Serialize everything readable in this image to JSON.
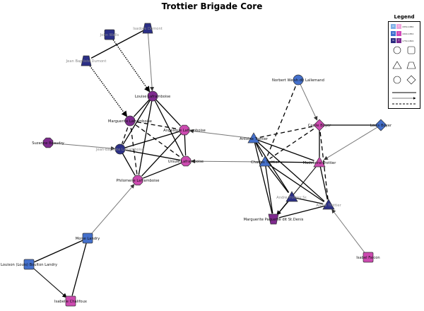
{
  "title": "Trottier Brigade Core",
  "legend": {
    "title": "Legend",
    "rows": [
      {
        "label": "1850-1880",
        "colors": [
          "#7fb0e6",
          "#f0a6dc"
        ],
        "marks": [
          "M",
          "F"
        ]
      },
      {
        "label": "1800-1850",
        "colors": [
          "#3f6fcf",
          "#d048b8"
        ],
        "marks": [
          "M",
          "F"
        ]
      },
      {
        "label": "1750-1800",
        "colors": [
          "#2b2b80",
          "#7a2a90"
        ],
        "marks": [
          "M",
          "F"
        ]
      }
    ]
  },
  "colors": {
    "navy": "#2b2f86",
    "blue": "#4470cc",
    "purple": "#7e2a8e",
    "pink": "#cc4ab0"
  },
  "nodes": [
    {
      "id": "isadore",
      "label": "Isadore Dumont",
      "shape": "trapezoid",
      "color": "navy",
      "gray": true
    },
    {
      "id": "wells",
      "label": "John Wells",
      "shape": "square",
      "color": "navy",
      "gray": true
    },
    {
      "id": "jbdumont",
      "label": "Jean Baptiste Dumont",
      "shape": "trapezoid",
      "color": "navy",
      "gray": true
    },
    {
      "id": "louise",
      "label": "Louise Laframboise",
      "shape": "circle",
      "color": "purple"
    },
    {
      "id": "marglaf",
      "label": "Marguerite Laframboise",
      "shape": "circle",
      "color": "purple"
    },
    {
      "id": "angelique",
      "label": "Angelique Laframboise",
      "shape": "octagon",
      "color": "pink"
    },
    {
      "id": "suzanne",
      "label": "Suzanne Beaudry",
      "shape": "octagon",
      "color": "purple"
    },
    {
      "id": "jblaf",
      "label": "Jean-Baptiste Laframboise",
      "shape": "circle",
      "color": "navy",
      "gray": true
    },
    {
      "id": "ursule",
      "label": "Ursule Laframboise",
      "shape": "octagon",
      "color": "pink"
    },
    {
      "id": "philomene",
      "label": "Philomene Laframboise",
      "shape": "octagon",
      "color": "pink"
    },
    {
      "id": "moise",
      "label": "Moise Landry",
      "shape": "square",
      "color": "blue"
    },
    {
      "id": "louison",
      "label": "Louison (Louis) Boulton Landry",
      "shape": "square",
      "color": "blue"
    },
    {
      "id": "chalifoux",
      "label": "Isabelle Chalifoux",
      "shape": "square",
      "color": "pink"
    },
    {
      "id": "norbert",
      "label": "Norbert Welsh dit Lallemand",
      "shape": "circle",
      "color": "blue"
    },
    {
      "id": "cecile",
      "label": "Cecile Boyer",
      "shape": "diamond",
      "color": "pink"
    },
    {
      "id": "louisb",
      "label": "Louis Boyer",
      "shape": "diamond",
      "color": "blue"
    },
    {
      "id": "antoine",
      "label": "Antoine Trottier",
      "shape": "triangle",
      "color": "blue"
    },
    {
      "id": "charles",
      "label": "Charles Trottier",
      "shape": "triangle",
      "color": "blue"
    },
    {
      "id": "madeleine",
      "label": "Madeleine Trottier",
      "shape": "triangle",
      "color": "pink"
    },
    {
      "id": "andresr",
      "label": "Andre Trottier Sr.",
      "shape": "triangle",
      "color": "navy",
      "gray": true
    },
    {
      "id": "andre",
      "label": "Andre Trottier",
      "shape": "triangle",
      "color": "navy",
      "gray": true
    },
    {
      "id": "paquette",
      "label": "Marguerite Paquette dit St.Denis",
      "shape": "trapezoid",
      "color": "purple"
    },
    {
      "id": "falcon",
      "label": "Isabel Falcon",
      "shape": "square",
      "color": "pink"
    }
  ],
  "edges": [
    [
      "isadore",
      "jbdumont",
      "solid"
    ],
    [
      "isadore",
      "louise",
      "gray"
    ],
    [
      "wells",
      "louise",
      "dotted"
    ],
    [
      "jbdumont",
      "marglaf",
      "dotted"
    ],
    [
      "louise",
      "jblaf",
      "solid"
    ],
    [
      "louise",
      "angelique",
      "solid"
    ],
    [
      "louise",
      "ursule",
      "solid"
    ],
    [
      "louise",
      "philomene",
      "solid"
    ],
    [
      "louise",
      "marglaf",
      "solid"
    ],
    [
      "marglaf",
      "angelique",
      "dashed"
    ],
    [
      "marglaf",
      "ursule",
      "dashed"
    ],
    [
      "marglaf",
      "jblaf",
      "dashed"
    ],
    [
      "marglaf",
      "philomene",
      "dashed"
    ],
    [
      "jblaf",
      "angelique",
      "solid"
    ],
    [
      "jblaf",
      "ursule",
      "solid"
    ],
    [
      "jblaf",
      "philomene",
      "solid"
    ],
    [
      "angelique",
      "ursule",
      "solid"
    ],
    [
      "angelique",
      "philomene",
      "solid"
    ],
    [
      "ursule",
      "philomene",
      "solid"
    ],
    [
      "suzanne",
      "jblaf",
      "gray"
    ],
    [
      "moise",
      "philomene",
      "gray"
    ],
    [
      "antoine",
      "angelique",
      "gray"
    ],
    [
      "charles",
      "ursule",
      "gray"
    ],
    [
      "moise",
      "louison",
      "solid"
    ],
    [
      "moise",
      "chalifoux",
      "solid"
    ],
    [
      "louison",
      "chalifoux",
      "arrow"
    ],
    [
      "norbert",
      "cecile",
      "gray"
    ],
    [
      "norbert",
      "charles",
      "dashed"
    ],
    [
      "louisb",
      "madeleine",
      "gray"
    ],
    [
      "falcon",
      "andre",
      "gray"
    ],
    [
      "cecile",
      "louisb",
      "solid"
    ],
    [
      "cecile",
      "madeleine",
      "solid"
    ],
    [
      "cecile",
      "antoine",
      "dashed"
    ],
    [
      "cecile",
      "charles",
      "dashed"
    ],
    [
      "cecile",
      "andre",
      "dashed"
    ],
    [
      "antoine",
      "charles",
      "solid"
    ],
    [
      "antoine",
      "madeleine",
      "solid"
    ],
    [
      "antoine",
      "paquette",
      "solid"
    ],
    [
      "antoine",
      "andresr",
      "solid"
    ],
    [
      "antoine",
      "andre",
      "solid"
    ],
    [
      "charles",
      "madeleine",
      "solid"
    ],
    [
      "charles",
      "andresr",
      "solid"
    ],
    [
      "charles",
      "andre",
      "solid"
    ],
    [
      "charles",
      "paquette",
      "solid"
    ],
    [
      "madeleine",
      "andre",
      "solid"
    ],
    [
      "madeleine",
      "paquette",
      "arrow"
    ],
    [
      "andresr",
      "andre",
      "solid"
    ],
    [
      "andre",
      "paquette",
      "solid"
    ],
    [
      "andresr",
      "paquette",
      "solid"
    ]
  ]
}
